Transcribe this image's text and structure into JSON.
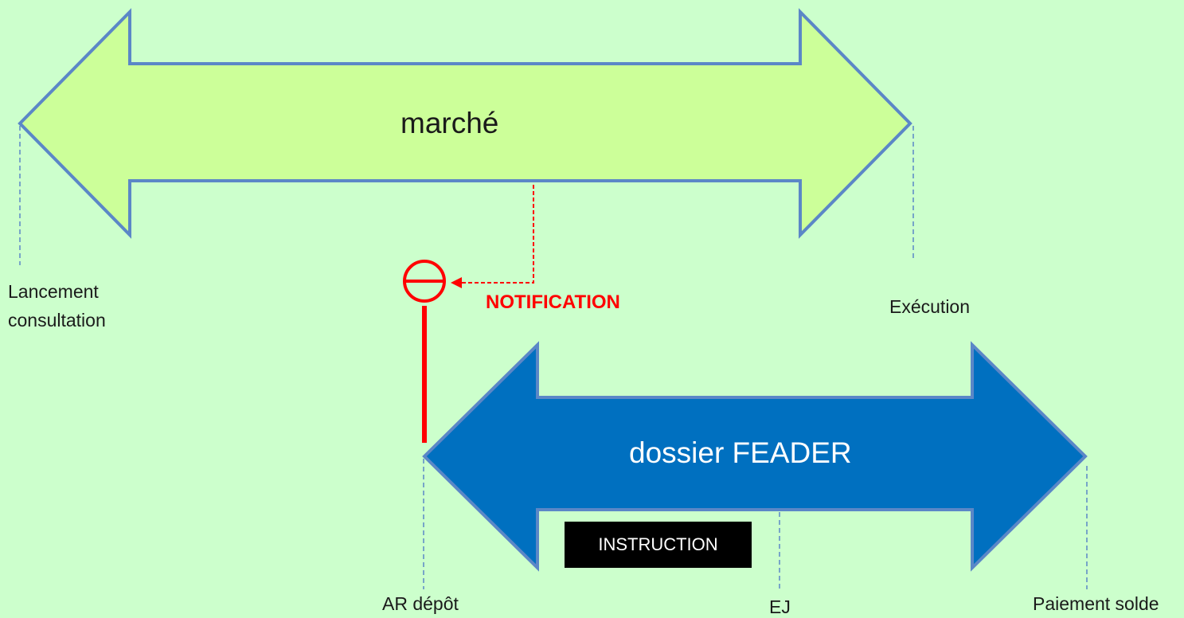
{
  "diagram": {
    "marche_arrow": {
      "label": "marché",
      "fill_color": "#ccff99",
      "stroke_color": "#5b87c7"
    },
    "feader_arrow": {
      "label": "dossier FEADER",
      "fill_color": "#0070c0",
      "stroke_color": "#5b87c7",
      "text_color": "#ffffff"
    },
    "milestones": {
      "lancement_line1": "Lancement",
      "lancement_line2": "consultation",
      "execution": "Exécution",
      "ar_depot": "AR dépôt",
      "ej": "EJ",
      "paiement": "Paiement solde"
    },
    "notification": {
      "label": "NOTIFICATION",
      "color": "#ff0000",
      "icon": "circle-minus-icon"
    },
    "instruction": {
      "label": "INSTRUCTION"
    },
    "background_color": "#ccffcc"
  }
}
